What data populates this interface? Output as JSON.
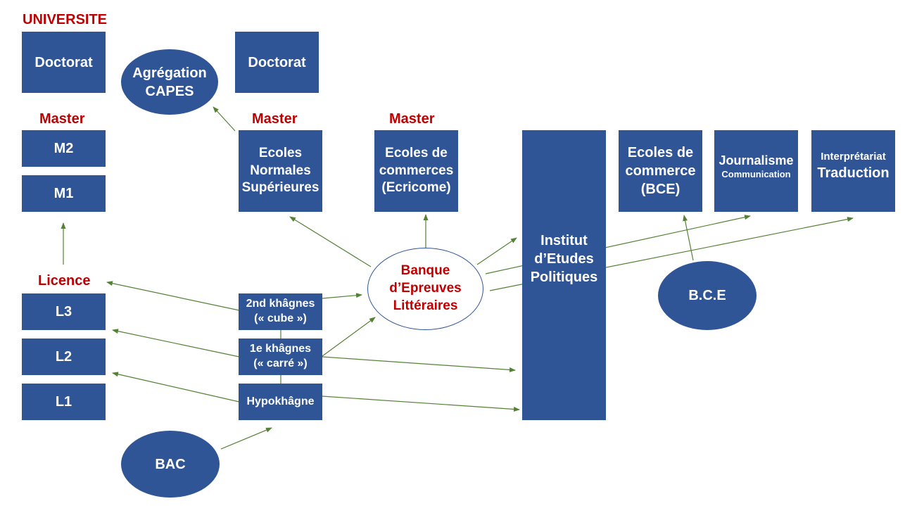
{
  "labels": {
    "universite": "UNIVERSITE",
    "master_univ": "Master",
    "master_ens": "Master",
    "master_ecricome": "Master",
    "licence": "Licence"
  },
  "universite": {
    "doctorat": "Doctorat",
    "m2": "M2",
    "m1": "M1",
    "l3": "L3",
    "l2": "L2",
    "l1": "L1"
  },
  "agregation": {
    "line1": "Agrégation",
    "line2": "CAPES"
  },
  "ens": {
    "doctorat": "Doctorat",
    "line1": "Ecoles",
    "line2": "Normales",
    "line3": "Supérieures"
  },
  "ecricome": {
    "line1": "Ecoles de",
    "line2": "commerces",
    "line3": "(Ecricome)"
  },
  "iep": {
    "line1": "Institut",
    "line2": "d’Etudes",
    "line3": "Politiques"
  },
  "bce_school": {
    "line1": "Ecoles de",
    "line2": "commerce",
    "line3": "(BCE)"
  },
  "journalisme": {
    "line1": "Journalisme",
    "line2": "Communication"
  },
  "interpretariat": {
    "line1": "Interprétariat",
    "line2": "Traduction"
  },
  "bel": {
    "line1": "Banque",
    "line2": "d’Epreuves",
    "line3": "Littéraires"
  },
  "bce": "B.C.E",
  "khagne2": {
    "line1": "2nd khâgnes",
    "line2": "(« cube »)"
  },
  "khagne1": {
    "line1": "1e khâgnes",
    "line2": "(« carré »)"
  },
  "hypokhagne": "Hypokhâgne",
  "bac": "BAC",
  "colors": {
    "box": "#2f5597",
    "label": "#c00000",
    "arrow": "#548235"
  }
}
